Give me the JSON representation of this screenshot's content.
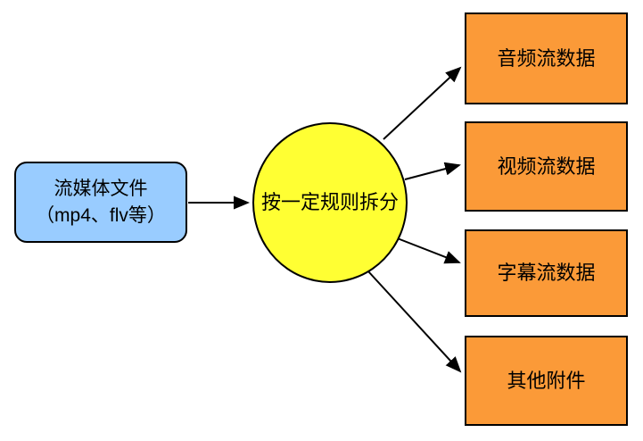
{
  "diagram": {
    "source_node": {
      "line1": "流媒体文件",
      "line2": "（mp4、flv等）",
      "fill": "#99CCFF"
    },
    "process_node": {
      "label": "按一定规则拆分",
      "fill": "#FFFF33"
    },
    "outputs": [
      {
        "label": "音频流数据"
      },
      {
        "label": "视频流数据"
      },
      {
        "label": "字幕流数据"
      },
      {
        "label": "其他附件"
      }
    ],
    "output_fill": "#FB9A38",
    "stroke_color": "#000000",
    "background": "#FFFFFF"
  }
}
